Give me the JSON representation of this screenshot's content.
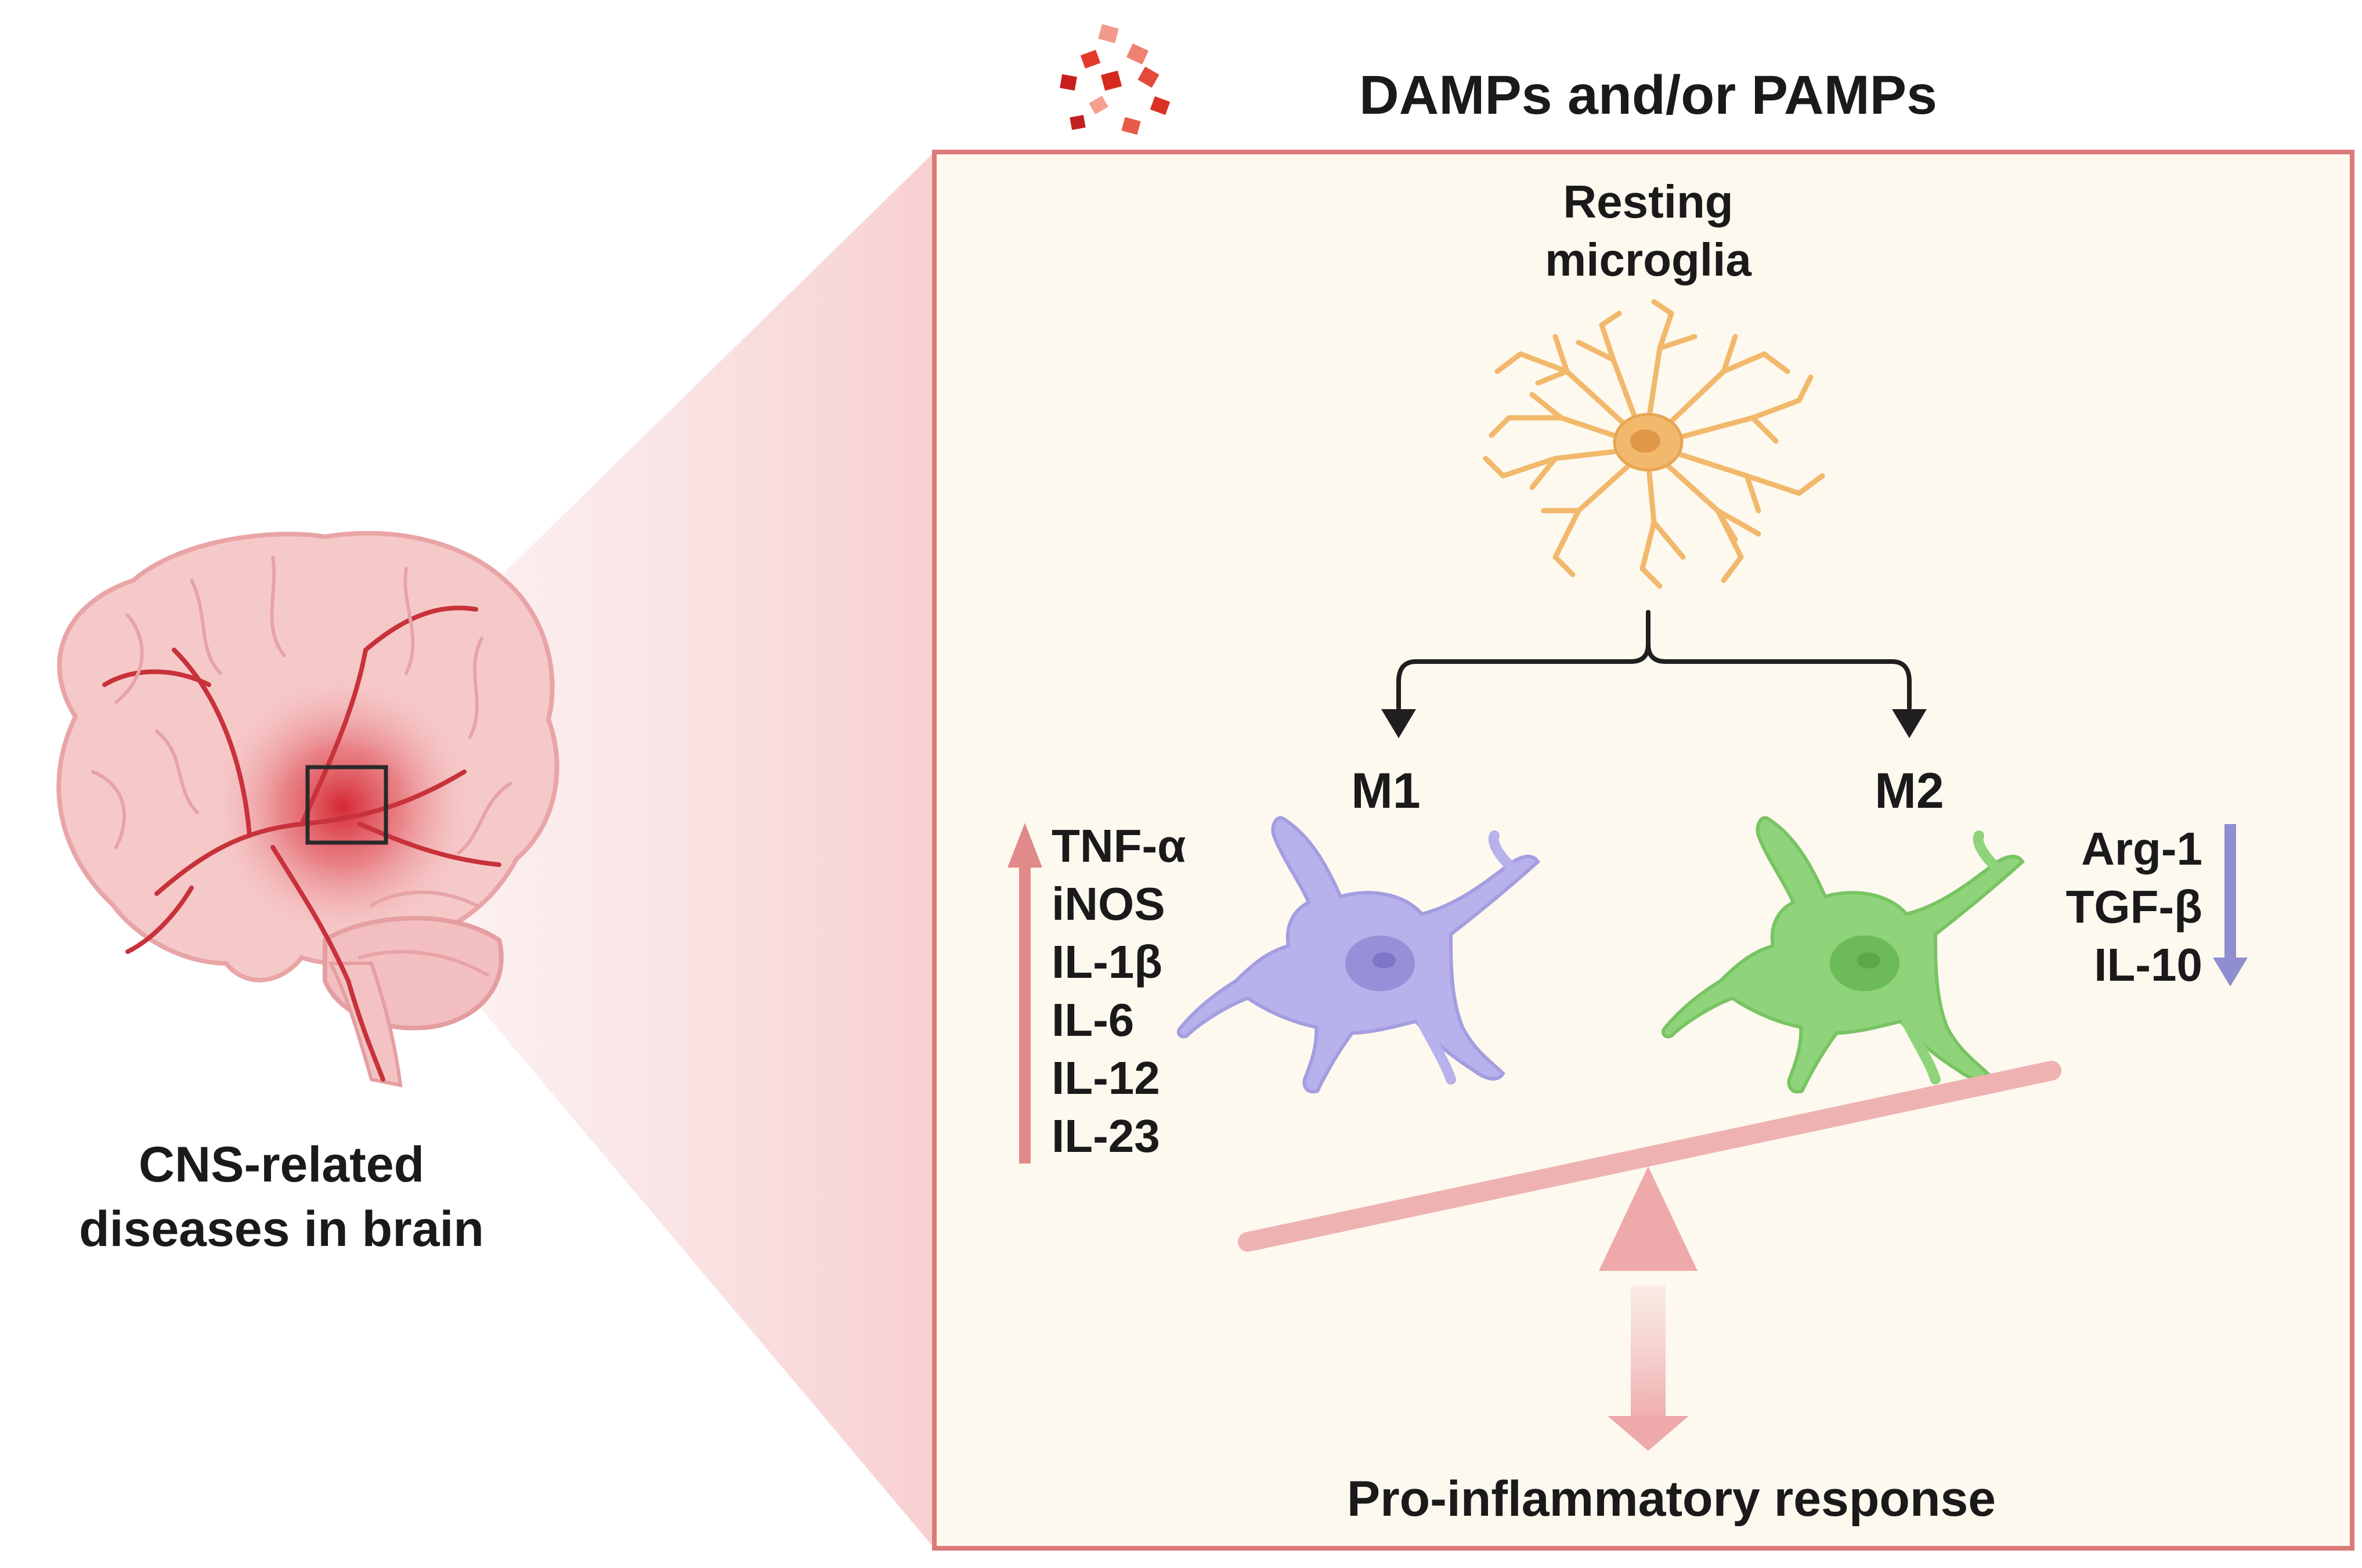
{
  "labels": {
    "title": "DAMPs and/or PAMPs",
    "resting_line1": "Resting",
    "resting_line2": "microglia",
    "m1": "M1",
    "m2": "M2",
    "response": "Pro-inflammatory response",
    "brain_line1": "CNS-related",
    "brain_line2": "diseases in brain"
  },
  "m1_markers": [
    "TNF-α",
    "iNOS",
    "IL-1β",
    "IL-6",
    "IL-12",
    "IL-23"
  ],
  "m2_markers": [
    "Arg-1",
    "TGF-β",
    "IL-10"
  ],
  "colors": {
    "panel_fill": "#fdf9ef",
    "panel_border": "#dc7a7a",
    "resting_cell": "#f2b86b",
    "m1_cell": "#b7b1ec",
    "m2_cell": "#8fd47a",
    "up_arrow": "#e08a8a",
    "down_arrow": "#8e8ed0",
    "seesaw": "#eeb2b2",
    "brain": "#f6c9c9",
    "vessels": "#c8323a",
    "damps": "#d52b1e"
  }
}
